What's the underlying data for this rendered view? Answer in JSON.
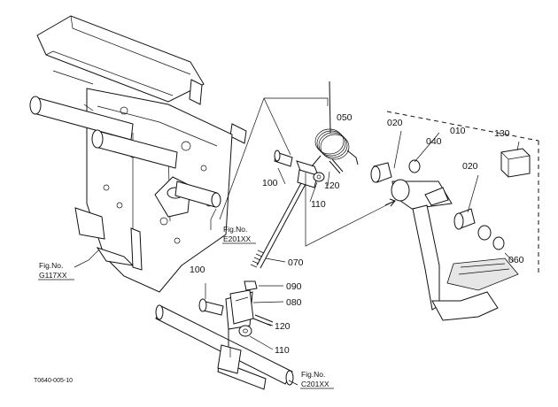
{
  "labels": {
    "p050": "050",
    "p020a": "020",
    "p010": "010",
    "p040": "040",
    "p130": "130",
    "p020b": "020",
    "p100a": "100",
    "p120a": "120",
    "p110a": "110",
    "p070": "070",
    "p060": "060",
    "p100b": "100",
    "p090": "090",
    "p080": "080",
    "p120b": "120",
    "p110b": "110"
  },
  "figrefs": {
    "e201": {
      "title": "Fig.No.",
      "code": "E201XX"
    },
    "g117": {
      "title": "Fig.No.",
      "code": "G117XX"
    },
    "c201": {
      "title": "Fig.No.",
      "code": "C201XX"
    }
  },
  "drawing_code": "T0640-005-10"
}
